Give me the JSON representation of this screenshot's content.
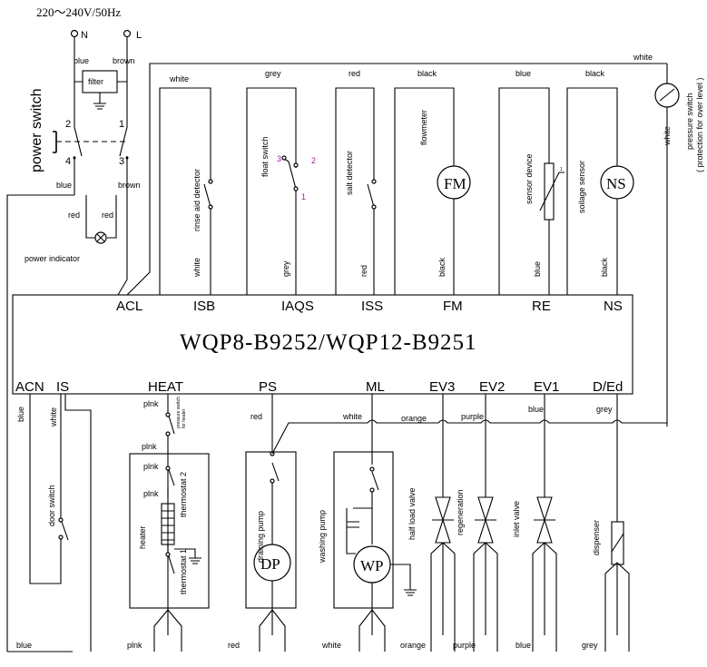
{
  "supply": {
    "voltage": "220～240V/50Hz",
    "neutral": "N",
    "live": "L"
  },
  "power_switch": {
    "title": "power switch",
    "filter": "filter",
    "pin1": "1",
    "pin2": "2",
    "pin3": "3",
    "pin4": "4",
    "indicator": "power indicator"
  },
  "wires": {
    "blue": "blue",
    "brown": "brown",
    "red": "red",
    "white": "white",
    "grey": "grey",
    "black": "black",
    "pink": "plnk",
    "orange": "orange",
    "purple": "purple"
  },
  "controller": {
    "model": "WQP8-B9252/WQP12-B9251",
    "top_pins": [
      "ACL",
      "ISB",
      "IAQS",
      "ISS",
      "FM",
      "RE",
      "NS"
    ],
    "bottom_pins": [
      "ACN",
      "IS",
      "HEAT",
      "PS",
      "ML",
      "EV3",
      "EV2",
      "EV1",
      "D/Ed"
    ]
  },
  "top_components": {
    "rinse": "rinse aid detector",
    "float": "float switch",
    "float_pins": [
      "3",
      "2",
      "1"
    ],
    "salt": "salt detector",
    "flowmeter": "flowmeter",
    "flowmeter_symbol": "FM",
    "sensor": "sensor device",
    "sensor_pin": "1",
    "soilage": "soilage sensor",
    "soilage_symbol": "NS"
  },
  "pressure_switch": {
    "title": "pressure switch",
    "note": "( protection for over level )"
  },
  "bottom_components": {
    "door": "door switch",
    "heater": "heater",
    "thermostat1": "thermostat 1",
    "thermostat2": "thermostat 2",
    "ps_note1": "pressure switch",
    "ps_note2": "for heater",
    "drain": "draining pump",
    "drain_symbol": "DP",
    "wash": "washing pump",
    "wash_symbol": "WP",
    "half_load": "half load valve",
    "regeneration": "regeneration",
    "inlet": "inlet valve",
    "dispenser": "dispenser"
  }
}
